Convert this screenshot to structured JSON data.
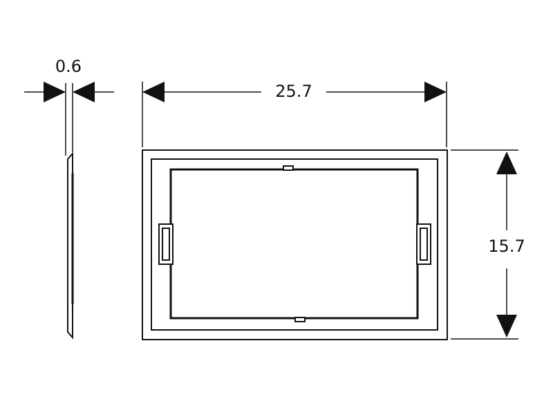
{
  "dimensions": {
    "thickness": "0.6",
    "width": "25.7",
    "height": "15.7"
  },
  "colors": {
    "line": "#111111",
    "background": "#ffffff"
  }
}
